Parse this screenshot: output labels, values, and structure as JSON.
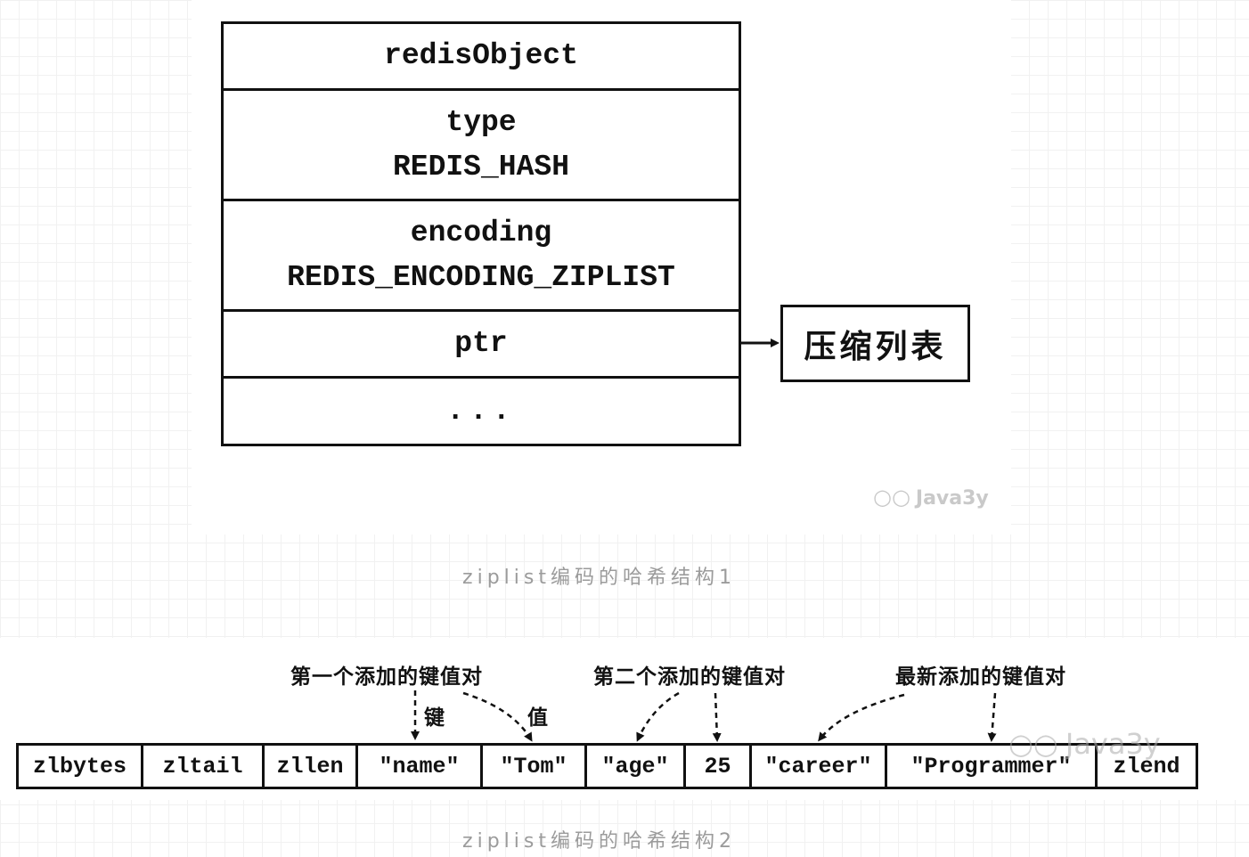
{
  "figure1": {
    "header": "redisObject",
    "type_label": "type",
    "type_value": "REDIS_HASH",
    "encoding_label": "encoding",
    "encoding_value": "REDIS_ENCODING_ZIPLIST",
    "ptr_label": "ptr",
    "more": "...",
    "target": "压缩列表",
    "watermark": "Java3y",
    "caption": "ziplist编码的哈希结构1"
  },
  "figure2": {
    "segments": [
      "zlbytes",
      "zltail",
      "zllen",
      "\"name\"",
      "\"Tom\"",
      "\"age\"",
      "25",
      "\"career\"",
      "\"Programmer\"",
      "zlend"
    ],
    "note_first": "第一个添加的键值对",
    "note_second": "第二个添加的键值对",
    "note_latest": "最新添加的键值对",
    "key_label": "键",
    "value_label": "值",
    "watermark": "Java3y",
    "caption": "ziplist编码的哈希结构2"
  }
}
